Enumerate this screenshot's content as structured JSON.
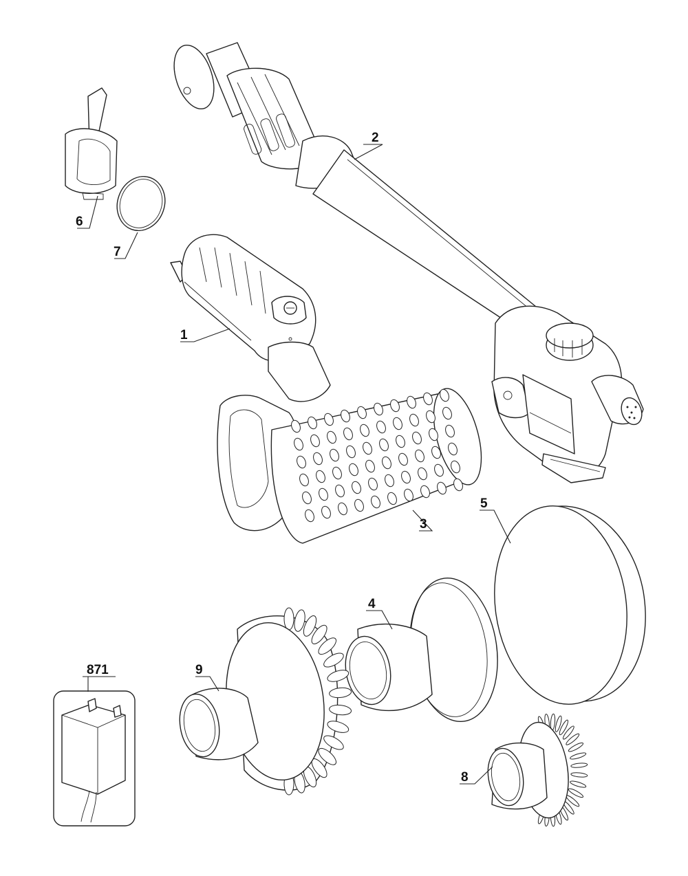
{
  "callouts": [
    {
      "id": "1",
      "label": "1"
    },
    {
      "id": "2",
      "label": "2"
    },
    {
      "id": "3",
      "label": "3"
    },
    {
      "id": "4",
      "label": "4"
    },
    {
      "id": "5",
      "label": "5"
    },
    {
      "id": "6",
      "label": "6"
    },
    {
      "id": "7",
      "label": "7"
    },
    {
      "id": "8",
      "label": "8"
    },
    {
      "id": "9",
      "label": "9"
    },
    {
      "id": "871",
      "label": "871"
    }
  ]
}
